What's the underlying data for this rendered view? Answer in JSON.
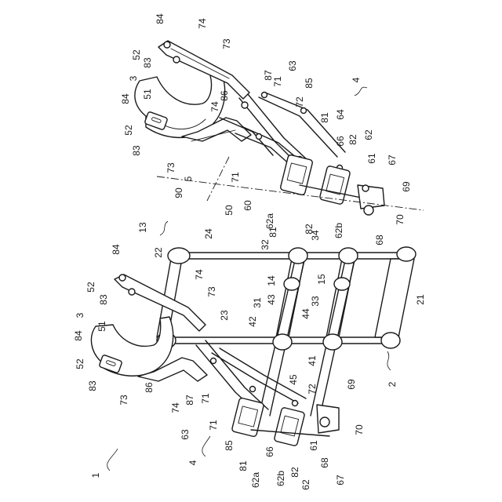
{
  "figure": {
    "labels": [
      {
        "id": "l84a",
        "text": "84"
      },
      {
        "id": "l74a",
        "text": "74"
      },
      {
        "id": "l52a",
        "text": "52"
      },
      {
        "id": "l73a",
        "text": "73"
      },
      {
        "id": "l83a",
        "text": "83"
      },
      {
        "id": "l3a",
        "text": "3"
      },
      {
        "id": "l87a",
        "text": "87"
      },
      {
        "id": "l63a",
        "text": "63"
      },
      {
        "id": "l51a",
        "text": "51"
      },
      {
        "id": "l86a",
        "text": "86"
      },
      {
        "id": "l71a",
        "text": "71"
      },
      {
        "id": "l85a",
        "text": "85"
      },
      {
        "id": "l4a",
        "text": "4"
      },
      {
        "id": "l84b",
        "text": "84"
      },
      {
        "id": "l72a",
        "text": "72"
      },
      {
        "id": "l74b",
        "text": "74"
      },
      {
        "id": "l81a",
        "text": "81"
      },
      {
        "id": "l64a",
        "text": "64"
      },
      {
        "id": "l52b",
        "text": "52"
      },
      {
        "id": "l66a",
        "text": "66"
      },
      {
        "id": "l82a",
        "text": "82"
      },
      {
        "id": "l62a",
        "text": "62"
      },
      {
        "id": "l83b",
        "text": "83"
      },
      {
        "id": "l61a",
        "text": "61"
      },
      {
        "id": "l67a",
        "text": "67"
      },
      {
        "id": "l73b",
        "text": "73"
      },
      {
        "id": "l5a",
        "text": "5"
      },
      {
        "id": "l71b",
        "text": "71"
      },
      {
        "id": "l69a",
        "text": "69"
      },
      {
        "id": "l90a",
        "text": "90"
      },
      {
        "id": "l60a",
        "text": "60"
      },
      {
        "id": "l50a",
        "text": "50"
      },
      {
        "id": "l62aa",
        "text": "62a"
      },
      {
        "id": "l81b",
        "text": "81"
      },
      {
        "id": "l82b",
        "text": "82"
      },
      {
        "id": "l62ba",
        "text": "62b"
      },
      {
        "id": "l70a",
        "text": "70"
      },
      {
        "id": "l13a",
        "text": "13"
      },
      {
        "id": "l24a",
        "text": "24"
      },
      {
        "id": "l34a",
        "text": "34"
      },
      {
        "id": "l68a",
        "text": "68"
      },
      {
        "id": "l22a",
        "text": "22"
      },
      {
        "id": "l32a",
        "text": "32"
      },
      {
        "id": "l84c",
        "text": "84"
      },
      {
        "id": "l14a",
        "text": "14"
      },
      {
        "id": "l15a",
        "text": "15"
      },
      {
        "id": "l52c",
        "text": "52"
      },
      {
        "id": "l74c",
        "text": "74"
      },
      {
        "id": "l83c",
        "text": "83"
      },
      {
        "id": "l73c",
        "text": "73"
      },
      {
        "id": "l31a",
        "text": "31"
      },
      {
        "id": "l43a",
        "text": "43"
      },
      {
        "id": "l33a",
        "text": "33"
      },
      {
        "id": "l3b",
        "text": "3"
      },
      {
        "id": "l23a",
        "text": "23"
      },
      {
        "id": "l21a",
        "text": "21"
      },
      {
        "id": "l42a",
        "text": "42"
      },
      {
        "id": "l44a",
        "text": "44"
      },
      {
        "id": "l51b",
        "text": "51"
      },
      {
        "id": "l84d",
        "text": "84"
      },
      {
        "id": "l41a",
        "text": "41"
      },
      {
        "id": "l52d",
        "text": "52"
      },
      {
        "id": "l45a",
        "text": "45"
      },
      {
        "id": "l2a",
        "text": "2"
      },
      {
        "id": "l83d",
        "text": "83"
      },
      {
        "id": "l86b",
        "text": "86"
      },
      {
        "id": "l72b",
        "text": "72"
      },
      {
        "id": "l69b",
        "text": "69"
      },
      {
        "id": "l73d",
        "text": "73"
      },
      {
        "id": "l74d",
        "text": "74"
      },
      {
        "id": "l87b",
        "text": "87"
      },
      {
        "id": "l71c",
        "text": "71"
      },
      {
        "id": "l71d",
        "text": "71"
      },
      {
        "id": "l70b",
        "text": "70"
      },
      {
        "id": "l63b",
        "text": "63"
      },
      {
        "id": "l85b",
        "text": "85"
      },
      {
        "id": "l66b",
        "text": "66"
      },
      {
        "id": "l61b",
        "text": "61"
      },
      {
        "id": "l4b",
        "text": "4"
      },
      {
        "id": "l81c",
        "text": "81"
      },
      {
        "id": "l68b",
        "text": "68"
      },
      {
        "id": "l1a",
        "text": "1"
      },
      {
        "id": "l62ab",
        "text": "62a"
      },
      {
        "id": "l62bb",
        "text": "62b"
      },
      {
        "id": "l82c",
        "text": "82"
      },
      {
        "id": "l62b",
        "text": "62"
      },
      {
        "id": "l67b",
        "text": "67"
      }
    ]
  }
}
